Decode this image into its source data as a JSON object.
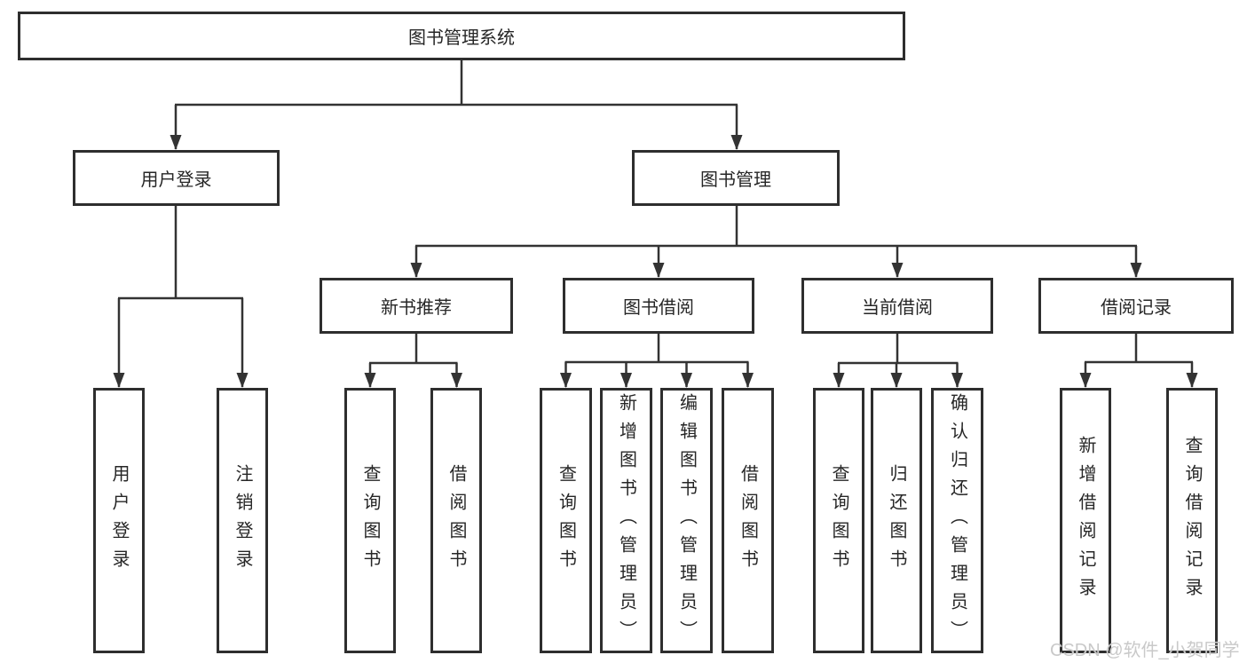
{
  "diagram": {
    "tree": {
      "label": "图书管理系统",
      "children": [
        {
          "label": "用户登录",
          "children": [
            {
              "label": "用户登录"
            },
            {
              "label": "注销登录"
            }
          ]
        },
        {
          "label": "图书管理",
          "children": [
            {
              "label": "新书推荐",
              "children": [
                {
                  "label": "查询图书"
                },
                {
                  "label": "借阅图书"
                }
              ]
            },
            {
              "label": "图书借阅",
              "children": [
                {
                  "label": "查询图书"
                },
                {
                  "label": "新增图书（管理员）"
                },
                {
                  "label": "编辑图书（管理员）"
                },
                {
                  "label": "借阅图书"
                }
              ]
            },
            {
              "label": "当前借阅",
              "children": [
                {
                  "label": "查询图书"
                },
                {
                  "label": "归还图书"
                },
                {
                  "label": "确认归还（管理员）"
                }
              ]
            },
            {
              "label": "借阅记录",
              "children": [
                {
                  "label": "新增借阅记录"
                },
                {
                  "label": "查询借阅记录"
                }
              ]
            }
          ]
        }
      ]
    },
    "watermark": {
      "text": "CSDN @软件_小贺同学"
    },
    "colors": {
      "line": "#333333",
      "box_border": "#2e2e2e",
      "text": "#262626",
      "background": "#ffffff",
      "watermark": "#c6c6c6"
    }
  }
}
